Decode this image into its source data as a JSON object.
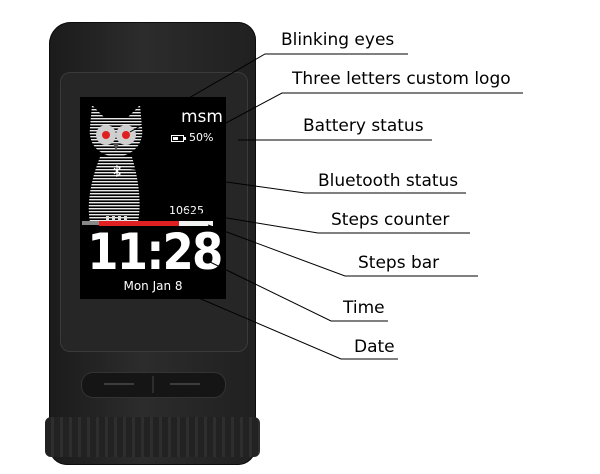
{
  "watch": {
    "logo_text": "msm",
    "battery_text": "50%",
    "battery_level": 0.5,
    "steps_count": "10625",
    "steps_progress": 0.7,
    "time": "11:28",
    "date": "Mon Jan 8"
  },
  "colors": {
    "eyes": "#e02020",
    "steps_bar_fill": "#e02020",
    "steps_bar_track": "#f2f2f2",
    "screen": "#000000"
  },
  "annotations": {
    "blinking_eyes": "Blinking eyes",
    "custom_logo": "Three letters custom logo",
    "battery_status": "Battery status",
    "bluetooth_status": "Bluetooth status",
    "steps_counter": "Steps counter",
    "steps_bar": "Steps bar",
    "time": "Time",
    "date": "Date"
  }
}
